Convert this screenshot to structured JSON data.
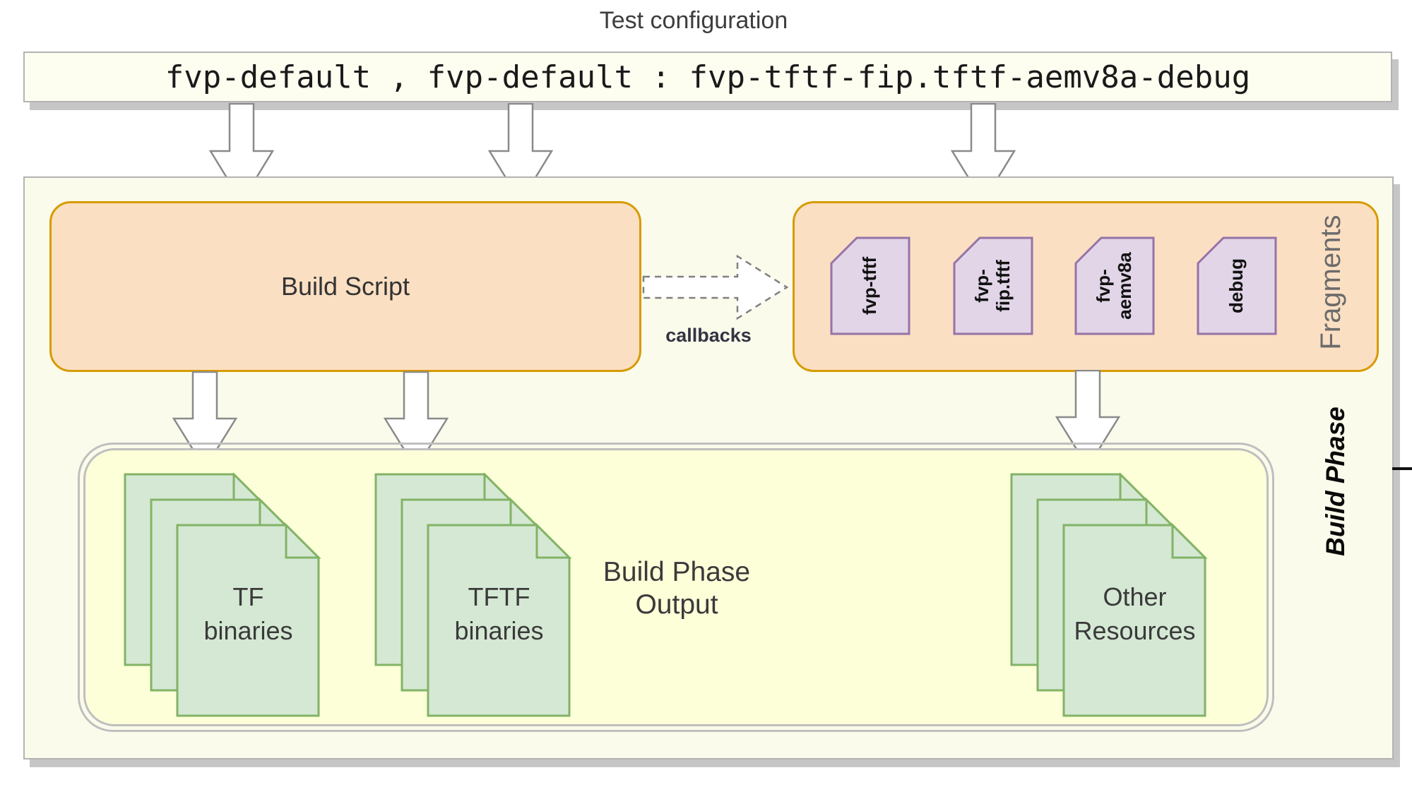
{
  "diagram": {
    "title": "Test configuration",
    "config_text": "fvp-default , fvp-default : fvp-tftf-fip.tftf-aemv8a-debug",
    "build_script": {
      "label": "Build Script"
    },
    "callbacks": {
      "label": "callbacks"
    },
    "fragments": {
      "title": "Fragments",
      "items": [
        {
          "label": "fvp-tftf"
        },
        {
          "label": "fvp-\nfip.tftf"
        },
        {
          "label": "fvp-\naemv8a"
        },
        {
          "label": "debug"
        }
      ]
    },
    "build_phase": {
      "label": "Build Phase"
    },
    "output": {
      "label": "Build Phase\nOutput",
      "stacks": [
        {
          "label": "TF\nbinaries"
        },
        {
          "label": "TFTF\nbinaries"
        },
        {
          "label": "Other\nResources"
        }
      ]
    },
    "colors": {
      "process_fill": "#fbdfc3",
      "process_stroke": "#d79b00",
      "fragment_fill": "#e1d5e7",
      "fragment_stroke": "#9673a6",
      "document_fill": "#d5e8d4",
      "document_stroke": "#82b366",
      "panel_fill": "#fbfbeb",
      "output_fill": "#fdffd8"
    }
  }
}
